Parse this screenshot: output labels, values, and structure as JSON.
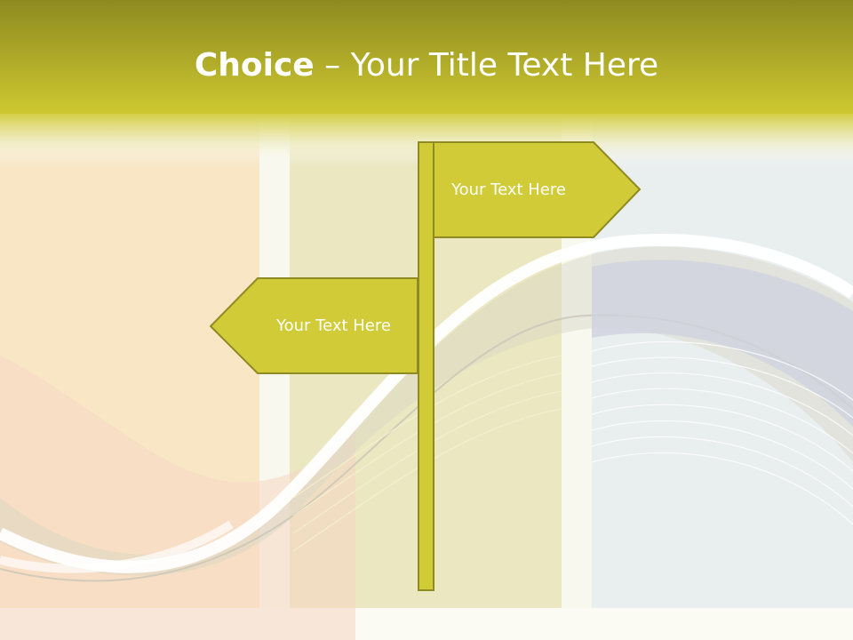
{
  "title": {
    "strong": "Choice",
    "rest": " – Your Title Text Here"
  },
  "signs": [
    {
      "label": "Your Text Here",
      "direction": "right"
    },
    {
      "label": "Your Text Here",
      "direction": "left"
    }
  ],
  "colors": {
    "header_top": "#8e8a20",
    "header_bottom": "#cdc830",
    "sign_fill": "#d0cb37",
    "sign_stroke": "#8f8a22",
    "panel_left": "#f8e6c5",
    "panel_middle": "#ebe7c1",
    "panel_right": "#e9eeee"
  }
}
